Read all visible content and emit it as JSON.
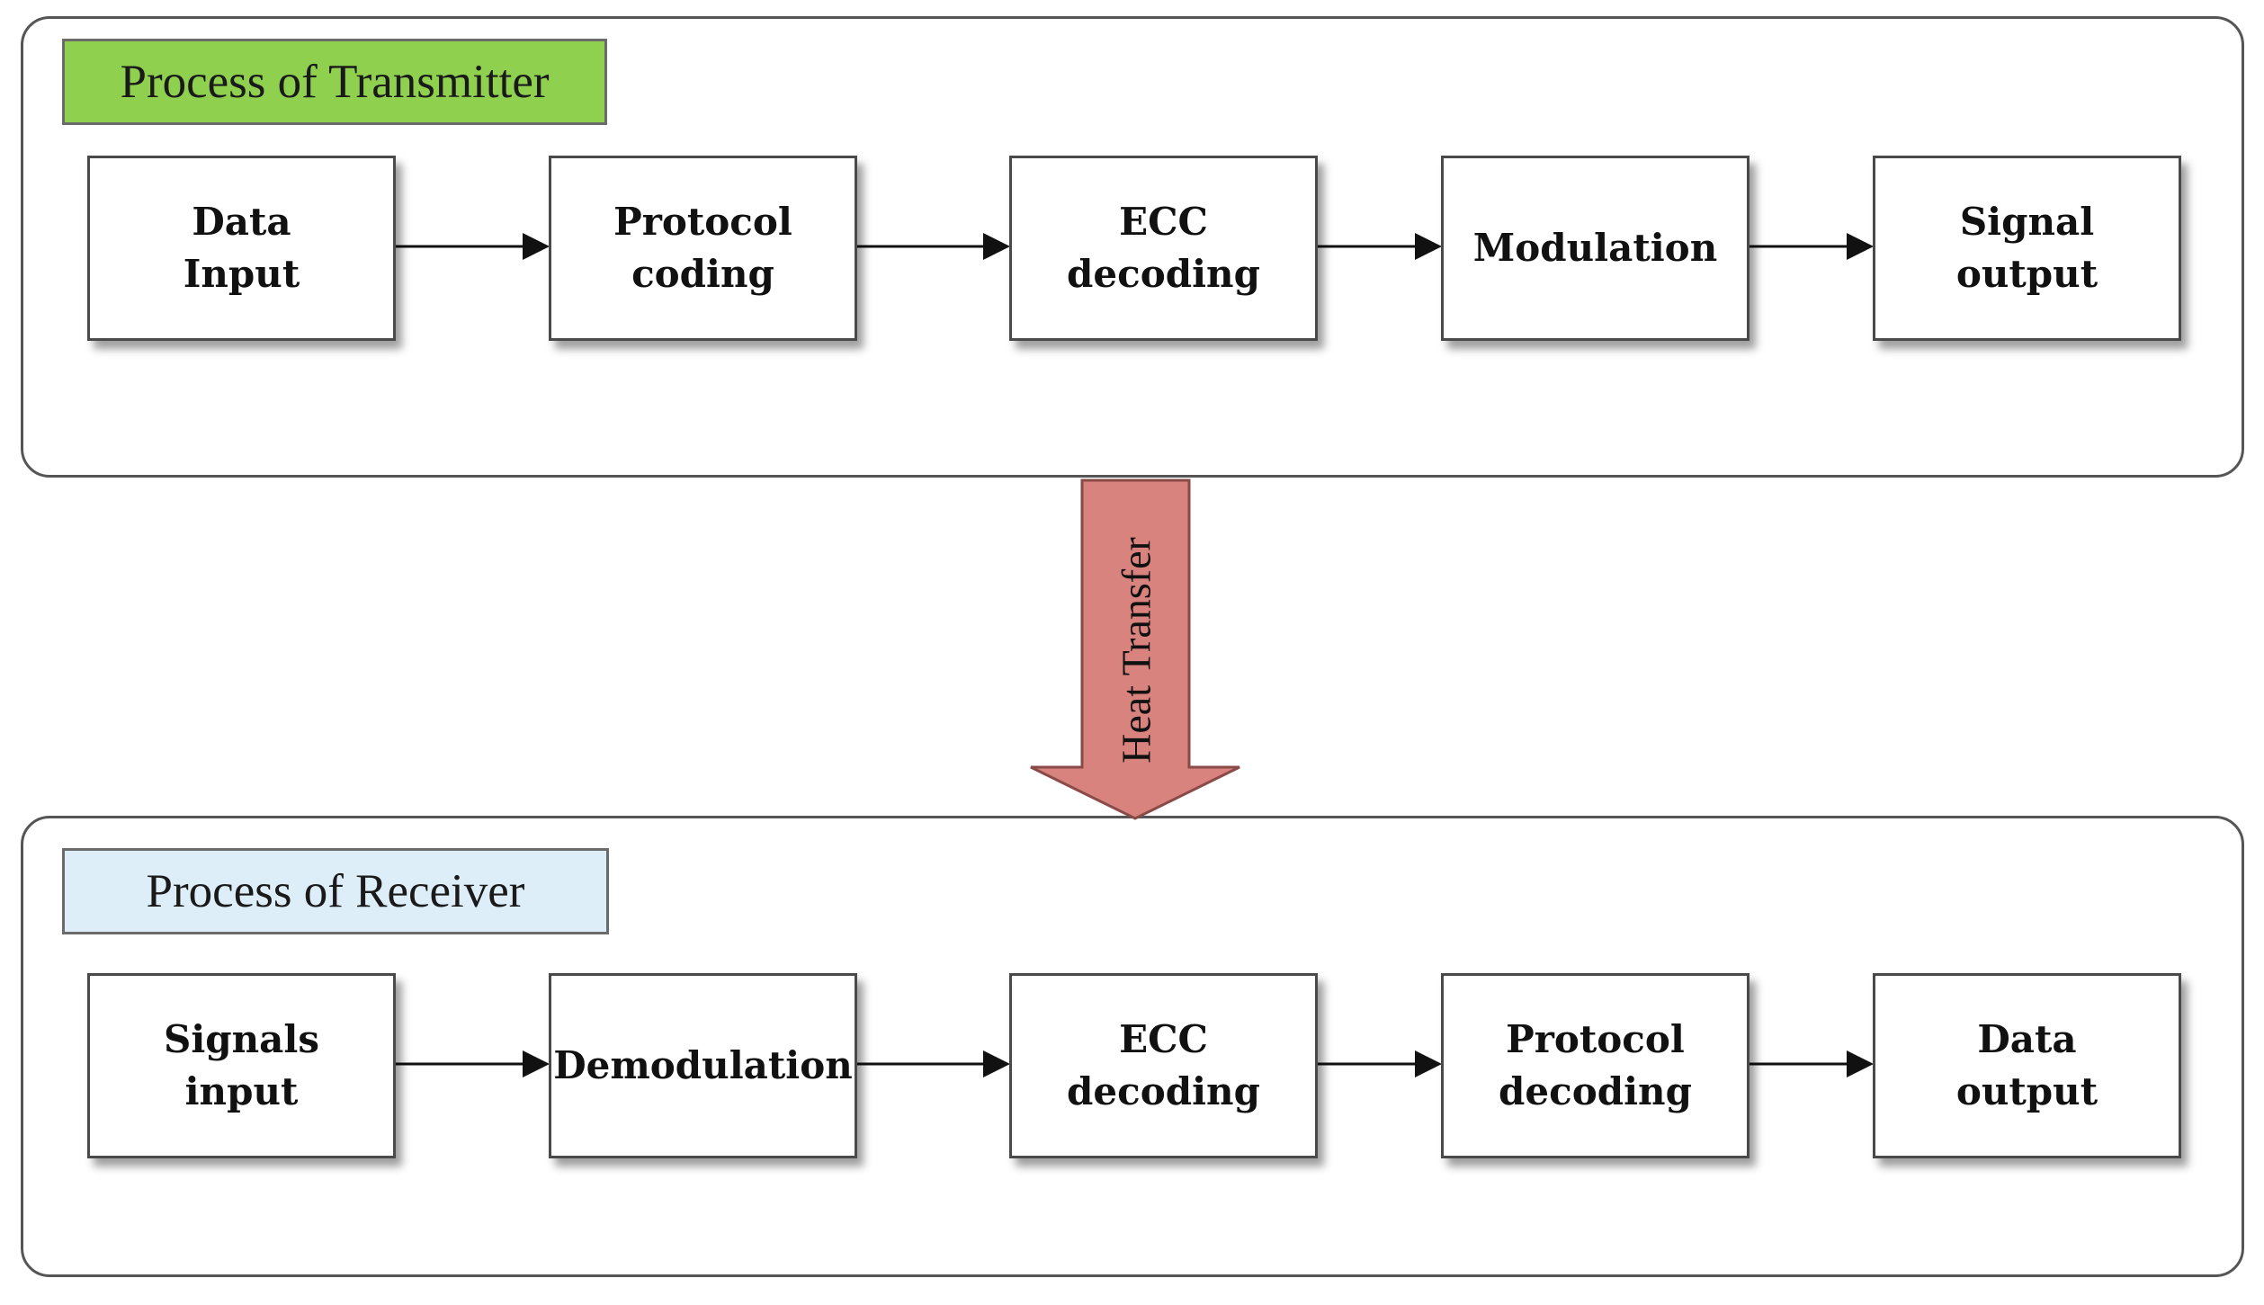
{
  "transmitter": {
    "title": "Process of Transmitter",
    "steps": [
      {
        "lines": [
          "Data",
          "Input"
        ]
      },
      {
        "lines": [
          "Protocol",
          "coding"
        ]
      },
      {
        "lines": [
          "ECC",
          "decoding"
        ]
      },
      {
        "lines": [
          "Modulation"
        ]
      },
      {
        "lines": [
          "Signal",
          "output"
        ]
      }
    ]
  },
  "transfer": {
    "label": "Heat Transfer"
  },
  "receiver": {
    "title": "Process of Receiver",
    "steps": [
      {
        "lines": [
          "Signals",
          "input"
        ]
      },
      {
        "lines": [
          "Demodulation"
        ]
      },
      {
        "lines": [
          "ECC",
          "decoding"
        ]
      },
      {
        "lines": [
          "Protocol",
          "decoding"
        ]
      },
      {
        "lines": [
          "Data",
          "output"
        ]
      }
    ]
  },
  "colors": {
    "transmitter_title_bg": "#8fd14f",
    "receiver_title_bg": "#ddeef8",
    "transfer_arrow_fill": "#d9837f",
    "transfer_arrow_stroke": "#8a4a47"
  }
}
